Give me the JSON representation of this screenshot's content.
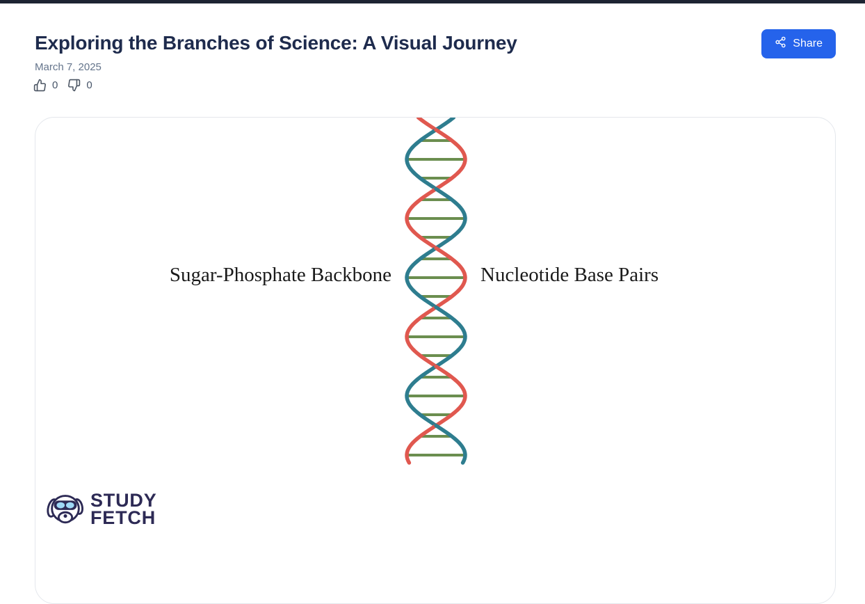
{
  "page": {
    "title": "Exploring the Branches of Science: A Visual Journey",
    "date": "March 7, 2025",
    "likes": "0",
    "dislikes": "0",
    "share_label": "Share"
  },
  "figure": {
    "label_left": "Sugar-Phosphate Backbone",
    "label_right": "Nucleotide Base Pairs",
    "logo_line1": "STUDY",
    "logo_line2": "FETCH",
    "colors": {
      "strand_teal": "#2e7d8f",
      "strand_red": "#e0584f",
      "base_pair_green": "#6b8e4f"
    }
  },
  "theme": {
    "accent_blue": "#2563eb",
    "top_bar": "#1e2433",
    "logo_ink": "#2d2a55"
  }
}
